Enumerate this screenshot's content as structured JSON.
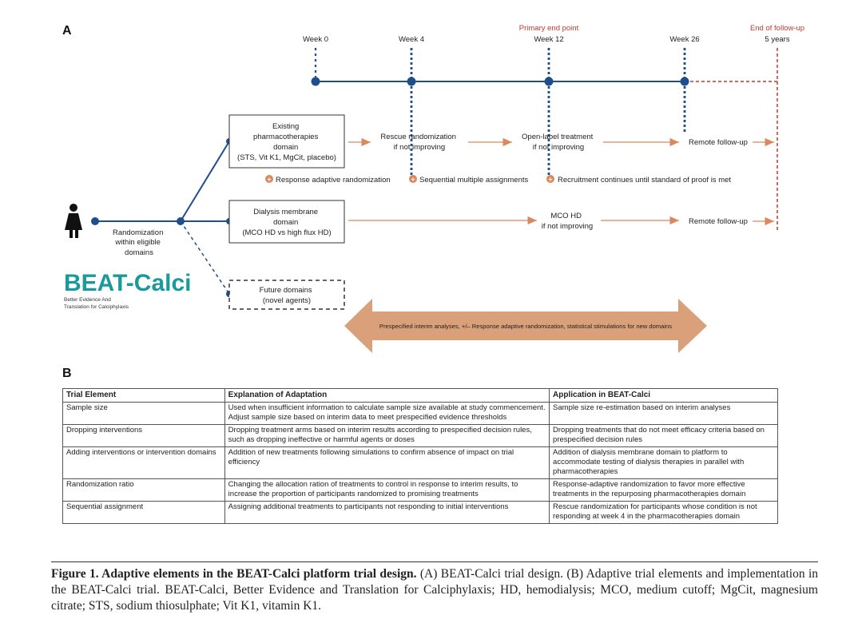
{
  "panel_a": {
    "letter": "A",
    "timeline": {
      "weeks": [
        {
          "label": "Week 0",
          "top_label": ""
        },
        {
          "label": "Week 4",
          "top_label": ""
        },
        {
          "label": "Week 12",
          "top_label": "Primary end point"
        },
        {
          "label": "Week 26",
          "top_label": ""
        },
        {
          "label": "5 years",
          "top_label": "End of follow-up"
        }
      ]
    },
    "patient_label": [
      "Randomization",
      "within eligible",
      "domains"
    ],
    "logo": {
      "title": "BEAT-Calci",
      "subtitle": [
        "Better Evidence And",
        "Translation for Calciphylaxis"
      ]
    },
    "domains": {
      "pharma": [
        "Existing",
        "pharmacotherapies",
        "domain",
        "(STS, Vit K1, MgCit, placebo)"
      ],
      "dialysis": [
        "Dialysis membrane",
        "domain",
        "(MCO HD vs high flux HD)"
      ],
      "future": [
        "Future domains",
        "(novel agents)"
      ]
    },
    "steps": {
      "rescue": [
        "Rescue randomization",
        "if not improving"
      ],
      "open_label": [
        "Open-label treatment",
        "if not improving"
      ],
      "remote1": "Remote follow-up",
      "mco": [
        "MCO HD",
        "if not improving"
      ],
      "remote2": "Remote follow-up"
    },
    "features": [
      "Response adaptive randomization",
      "Sequential multiple assignments",
      "Recruitment continues until standard of proof is met"
    ],
    "interim_arrow": "Prespecified interim analyses, +/– Response adaptive randomization, statistical stimulations for new domains",
    "colors": {
      "timeline": "#1f4e8c",
      "accent_red": "#c0392b",
      "arrow": "#d9a07a",
      "plus": "#d9895c"
    }
  },
  "panel_b": {
    "letter": "B",
    "headers": [
      "Trial Element",
      "Explanation of Adaptation",
      "Application in BEAT-Calci"
    ],
    "rows": [
      [
        "Sample size",
        "Used when insufficient information to calculate sample size available at study commencement. Adjust sample size based on interim data to meet prespecified evidence thresholds",
        "Sample size re-estimation based on interim analyses"
      ],
      [
        "Dropping interventions",
        "Dropping treatment arms based on interim results according to prespecified decision rules, such as dropping ineffective or harmful agents or doses",
        "Dropping treatments that do not meet efficacy criteria based on prespecified decision rules"
      ],
      [
        "Adding interventions or intervention domains",
        "Addition of new treatments following simulations to confirm absence of impact on trial efficiency",
        "Addition of dialysis membrane domain to platform to accommodate testing of dialysis therapies in parallel with pharmacotherapies"
      ],
      [
        "Randomization ratio",
        "Changing the allocation ration of treatments to control in response to interim results, to increase the proportion of participants randomized to promising treatments",
        "Response-adaptive randomization to favor more effective treatments in the repurposing pharmacotherapies domain"
      ],
      [
        "Sequential assignment",
        "Assigning additional treatments to participants not responding to initial interventions",
        "Rescue randomization for participants whose condition is not responding at week 4 in the pharmacotherapies domain"
      ]
    ]
  },
  "caption": {
    "label": "Figure 1. Adaptive elements in the BEAT-Calci platform trial design.",
    "text": " (A) BEAT-Calci trial design. (B) Adaptive trial elements and implementation in the BEAT-Calci trial. BEAT-Calci, Better Evidence and Translation for Calciphylaxis; HD, hemodialysis; MCO, medium cutoff; MgCit, magnesium citrate; STS, sodium thiosulphate; Vit K1, vitamin K1."
  }
}
